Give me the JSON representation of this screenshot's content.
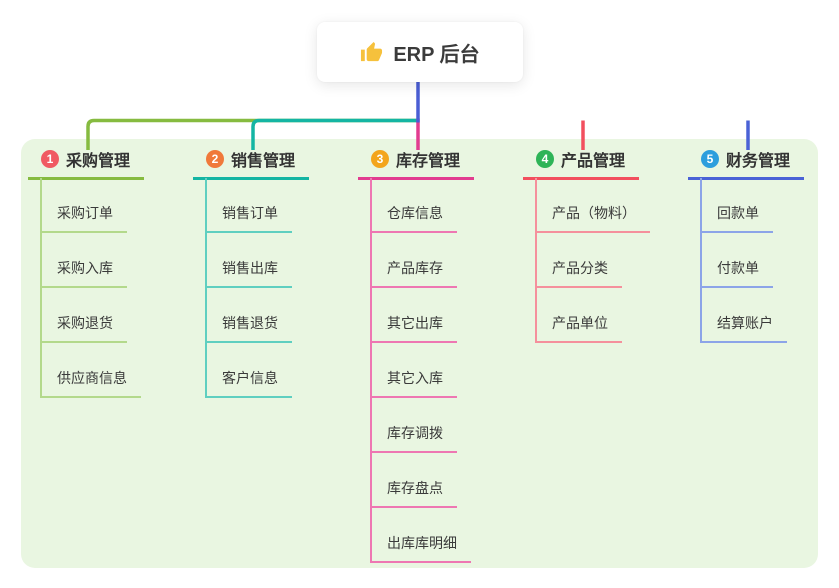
{
  "root": {
    "label": "ERP 后台",
    "icon": "thumbs-up-icon"
  },
  "branches": [
    {
      "num": "1",
      "label": "采购管理",
      "items": [
        "采购订单",
        "采购入库",
        "采购退货",
        "供应商信息"
      ],
      "colors": {
        "line": "#86bb40",
        "light": "#b3d98b",
        "badge": "#f05a62"
      }
    },
    {
      "num": "2",
      "label": "销售管理",
      "items": [
        "销售订单",
        "销售出库",
        "销售退货",
        "客户信息"
      ],
      "colors": {
        "line": "#14b5a3",
        "light": "#5fcfc0",
        "badge": "#f0793a"
      }
    },
    {
      "num": "3",
      "label": "库存管理",
      "items": [
        "仓库信息",
        "产品库存",
        "其它出库",
        "其它入库",
        "库存调拨",
        "库存盘点",
        "出库库明细"
      ],
      "colors": {
        "line": "#e23c90",
        "light": "#ee77b2",
        "badge": "#f3a51c"
      }
    },
    {
      "num": "4",
      "label": "产品管理",
      "items": [
        "产品（物料）",
        "产品分类",
        "产品单位"
      ],
      "colors": {
        "line": "#f24f5e",
        "light": "#f5909c",
        "badge": "#2eb457"
      }
    },
    {
      "num": "5",
      "label": "财务管理",
      "items": [
        "回款单",
        "付款单",
        "结算账户"
      ],
      "colors": {
        "line": "#4a62d6",
        "light": "#8ca4e8",
        "badge": "#2d9edd"
      }
    }
  ],
  "colors": {
    "trunk": "#4a5ed4",
    "panel_bg": "#e9f6e1",
    "thumb": "#f6c13c",
    "text": "#333333"
  }
}
